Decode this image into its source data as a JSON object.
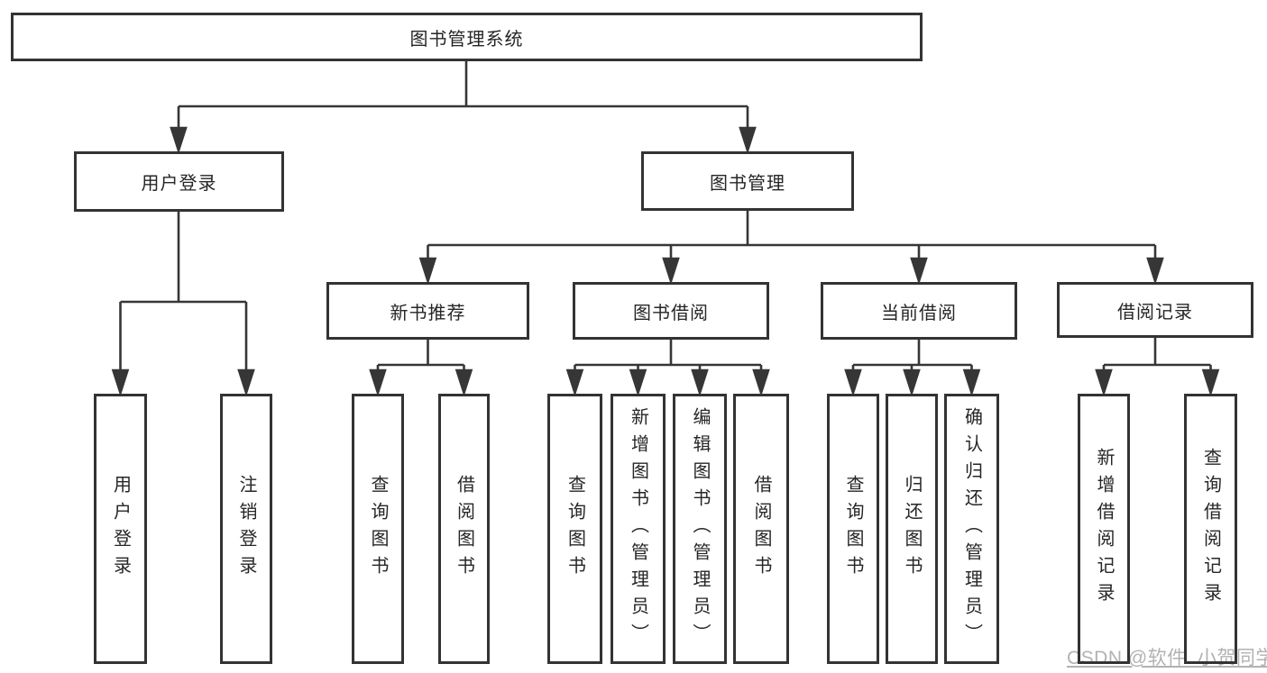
{
  "nodes": {
    "root": "图书管理系统",
    "user_login": "用户登录",
    "book_management": "图书管理",
    "new_book_recommend": "新书推荐",
    "book_borrow": "图书借阅",
    "current_borrow": "当前借阅",
    "borrow_records": "借阅记录",
    "leaf_user_login": "用户登录",
    "leaf_logout": "注销登录",
    "leaf_nb_query_books": "查询图书",
    "leaf_nb_borrow_books": "借阅图书",
    "leaf_bb_query_books": "查询图书",
    "leaf_bb_add_books": "新增图书（管理员）",
    "leaf_bb_edit_books": "编辑图书（管理员）",
    "leaf_bb_borrow_books": "借阅图书",
    "leaf_cb_query_books": "查询图书",
    "leaf_cb_return_books": "归还图书",
    "leaf_cb_confirm_return": "确认归还（管理员）",
    "leaf_br_add_record": "新增借阅记录",
    "leaf_br_query_record": "查询借阅记录"
  },
  "hierarchy": {
    "图书管理系统": {
      "用户登录": [
        "用户登录",
        "注销登录"
      ],
      "图书管理": {
        "新书推荐": [
          "查询图书",
          "借阅图书"
        ],
        "图书借阅": [
          "查询图书",
          "新增图书（管理员）",
          "编辑图书（管理员）",
          "借阅图书"
        ],
        "当前借阅": [
          "查询图书",
          "归还图书",
          "确认归还（管理员）"
        ],
        "借阅记录": [
          "新增借阅记录",
          "查询借阅记录"
        ]
      }
    }
  },
  "watermark": "CSDN @软件_小贺同学",
  "colors": {
    "line": "#363636",
    "box_border": "#333333",
    "text": "#262626",
    "watermark": "#b2b2b2",
    "background": "#ffffff"
  }
}
